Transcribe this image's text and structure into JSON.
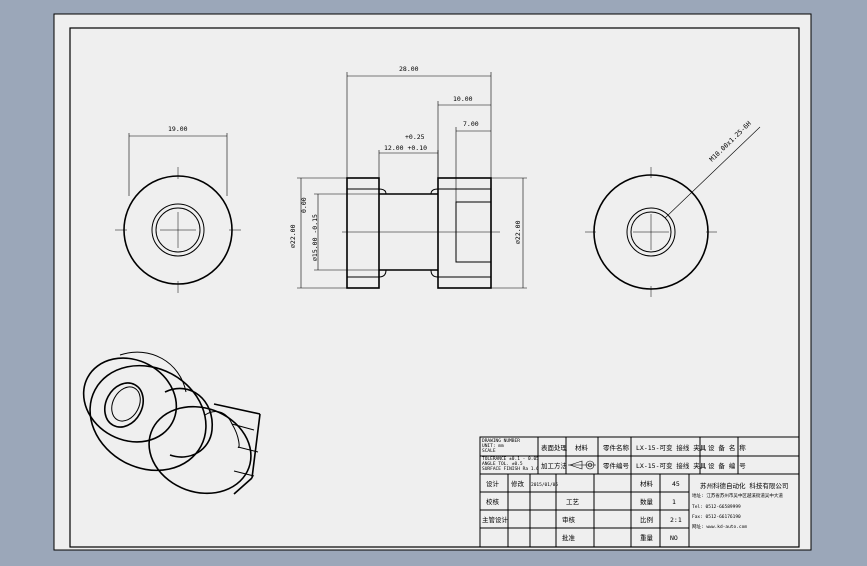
{
  "dimensions": {
    "left_width": "19.00",
    "overall_length": "28.00",
    "right_length": "10.00",
    "counterbore_depth": "7.00",
    "neck_tol_upper": "+0.25",
    "neck_length": "12.00 +0.10",
    "outer_dia_front": "⌀22.00",
    "neck_dia_zero": "0.00",
    "neck_dia": "⌀15.00 -0.15",
    "outer_dia_right": "⌀22.00",
    "hole_callout": "M10.00x1.25-6H"
  },
  "title_block": {
    "notes": [
      "DRAWING NUMBER",
      "UNIT: mm",
      "SCALE",
      "TOLERANCE ±0.1 - 0.05",
      "ANGLE TOL. ±0.5",
      "SURFACE FINISH Ra 1.6"
    ],
    "header": {
      "surface_treatment": "表面处理",
      "material": "材料",
      "part_name_label": "零件名称",
      "part_name": "LX-15-可变 接线 夹具",
      "equipment": "设 备 名 称",
      "process": "加工方法",
      "part_number_label": "零件编号",
      "part_number": "LX-15-可变 接线 夹具",
      "equipment_no": "设 备 编 号"
    },
    "rows": [
      {
        "role": "设计",
        "name": "",
        "date": "2015/01/05"
      },
      {
        "role": "校核",
        "name": "",
        "date": ""
      },
      {
        "role": "主管设计",
        "name": "",
        "date": ""
      },
      {
        "role": "",
        "name": "",
        "date": ""
      }
    ],
    "labels": {
      "revision": "修改",
      "process_check": "工艺",
      "review": "审核",
      "approve": "批准"
    },
    "specs": [
      {
        "label": "材料",
        "value": "45"
      },
      {
        "label": "数量",
        "value": "1"
      },
      {
        "label": "比例",
        "value": "2:1"
      },
      {
        "label": "重量",
        "value": "NO"
      }
    ],
    "company": {
      "name": "苏州科德自动化 科技有限公司",
      "address": "地址: 江苏省苏州市吴中区越溪街道吴中大道",
      "tel": "Tel: 0512-66589999",
      "fax": "Fax: 0512-66176190",
      "web": "网址: www.kd-auto.com"
    }
  }
}
